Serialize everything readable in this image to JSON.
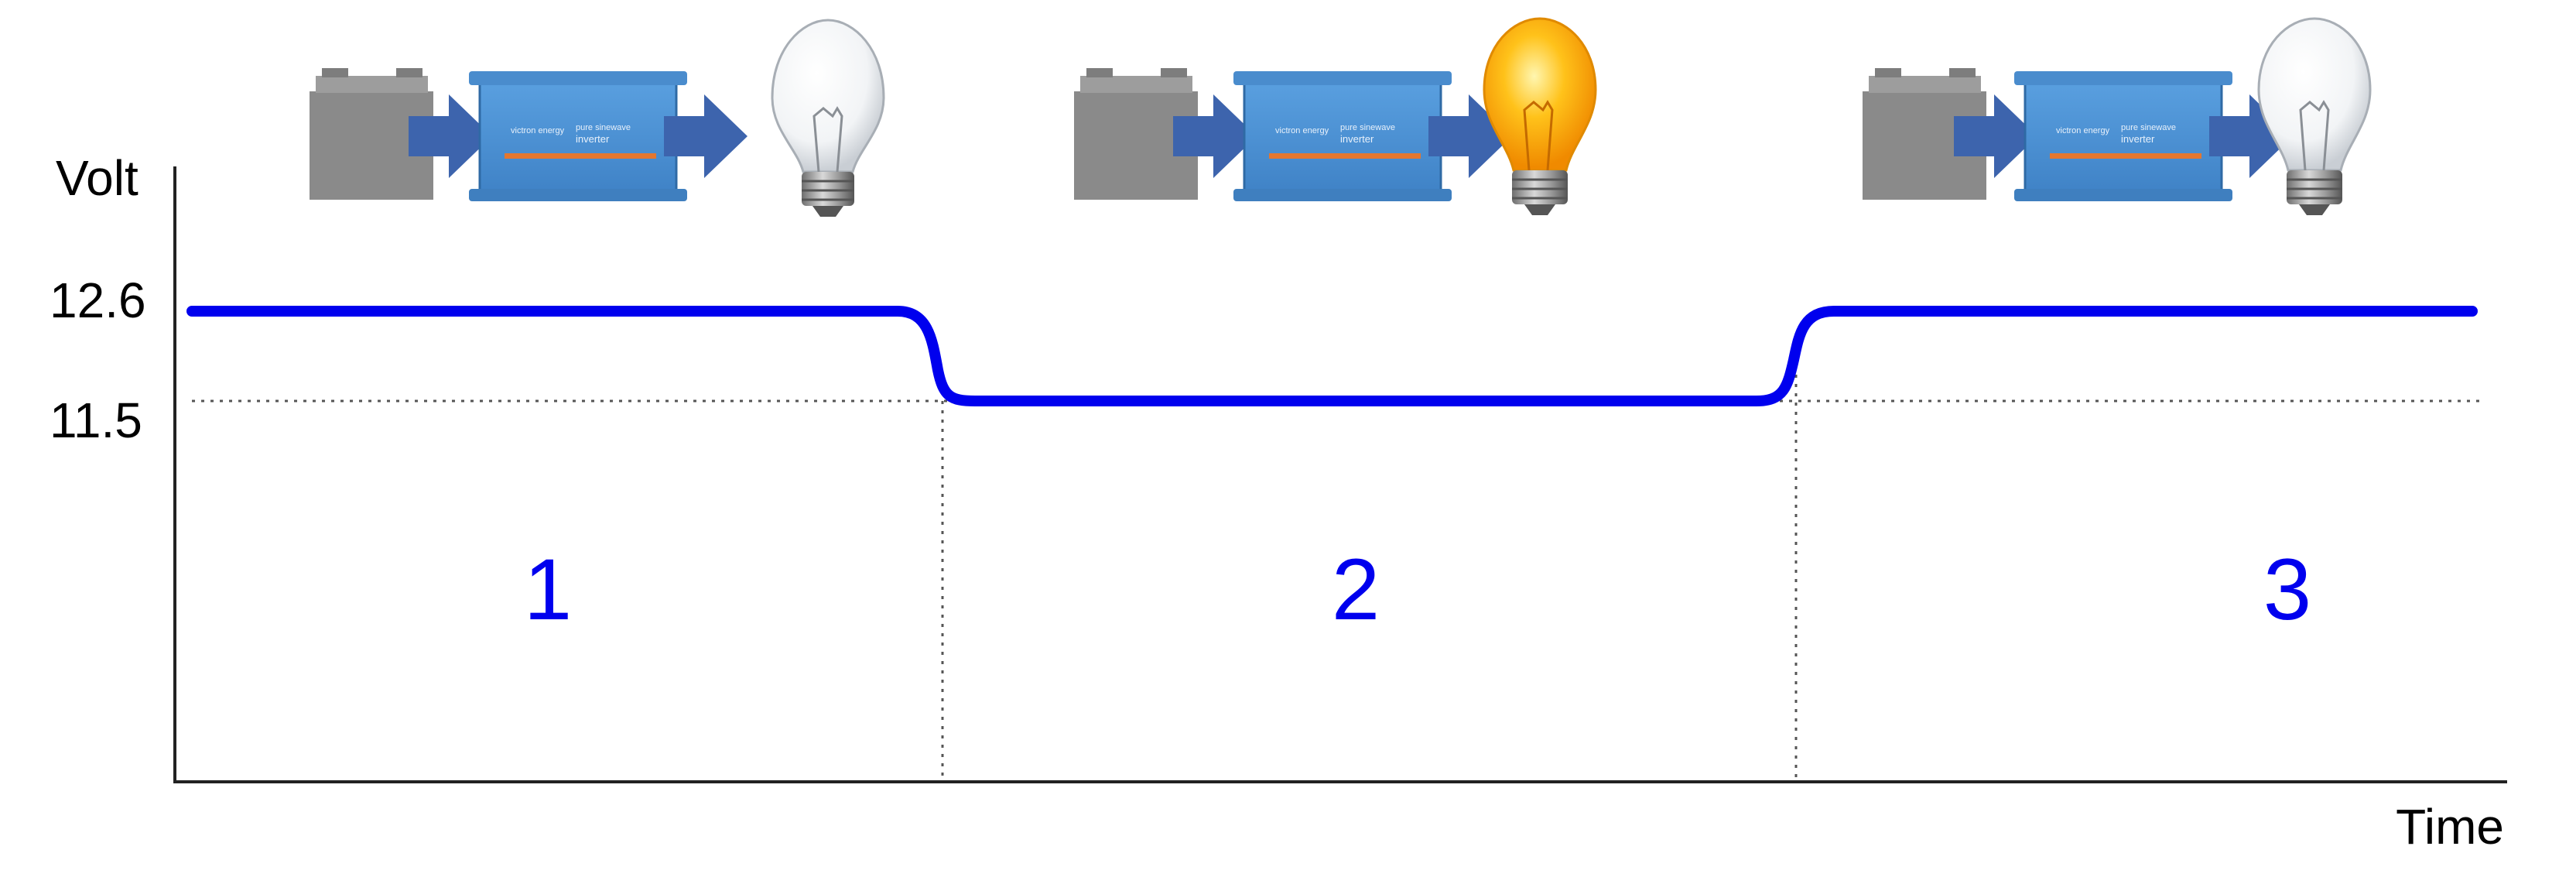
{
  "axes": {
    "y_label": "Volt",
    "x_label": "Time",
    "ticks": [
      {
        "label": "12.6",
        "value": 12.6
      },
      {
        "label": "11.5",
        "value": 11.5
      }
    ]
  },
  "phases": [
    {
      "label": "1",
      "bulb_on": false
    },
    {
      "label": "2",
      "bulb_on": true
    },
    {
      "label": "3",
      "bulb_on": false
    }
  ],
  "inverter": {
    "brand_text": "victron energy",
    "model_line1": "pure sinewave",
    "model_line2": "inverter"
  },
  "colors": {
    "voltage_line": "#0000ee",
    "phase_number": "#0000ee",
    "arrow": "#3d64ad",
    "inverter_body": "#4b91d4",
    "inverter_stripe": "#e4772f",
    "battery": "#888888",
    "bulb_on": "#ffb300"
  },
  "voltage": {
    "high": 12.6,
    "low": 11.5
  }
}
